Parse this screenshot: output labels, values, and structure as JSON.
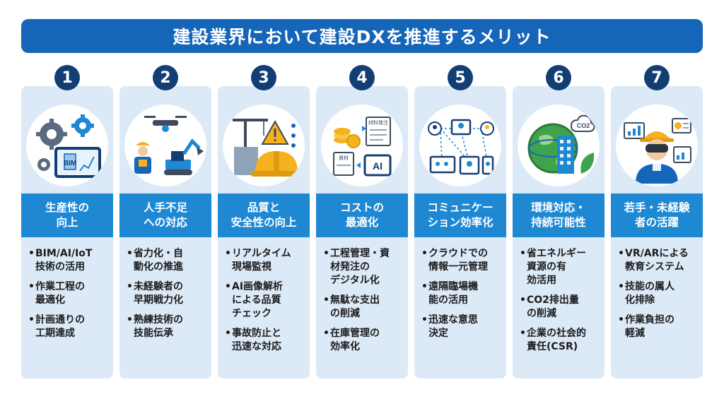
{
  "title": "建設業界において建設DXを推進するメリット",
  "columns": [
    {
      "num": "1",
      "heading": "生産性の\n向上",
      "illustration": "bim-tablet-gears",
      "illus_text": "BIM",
      "bullets": [
        "BIM/AI/IoT\n技術の活用",
        "作業工程の\n最適化",
        "計画通りの\n工期達成"
      ]
    },
    {
      "num": "2",
      "heading": "人手不足\nへの対応",
      "illustration": "drone-worker-excavator",
      "bullets": [
        "省力化・自\n動化の推進",
        "未経験者の\n早期戦力化",
        "熟練技術の\n技能伝承"
      ]
    },
    {
      "num": "3",
      "heading": "品質と\n安全性の向上",
      "illustration": "crane-warning-helmet",
      "bullets": [
        "リアルタイム\n現場監視",
        "AI画像解析\nによる品質\nチェック",
        "事故防止と\n迅速な対応"
      ]
    },
    {
      "num": "4",
      "heading": "コストの\n最適化",
      "illustration": "coins-documents-ai",
      "illus_doc_label_1": "材料発注",
      "illus_doc_label_2": "資材",
      "illus_ai": "AI",
      "bullets": [
        "工程管理・資\n材発注の\nデジタル化",
        "無駄な支出\nの削減",
        "在庫管理の\n効率化"
      ]
    },
    {
      "num": "5",
      "heading": "コミュニケー\nション効率化",
      "illustration": "network-devices",
      "bullets": [
        "クラウドでの\n情報一元管理",
        "遠隔臨場機\n能の活用",
        "迅速な意思\n決定"
      ]
    },
    {
      "num": "6",
      "heading": "環境対応・\n持続可能性",
      "illustration": "globe-building-co2",
      "illus_co2": "CO2",
      "bullets": [
        "省エネルギー\n資源の有\n効活用",
        "CO2排出量\nの削減",
        "企業の社会的\n責任(CSR)"
      ]
    },
    {
      "num": "7",
      "heading": "若手・未経験\n者の活躍",
      "illustration": "vr-worker-dashboards",
      "bullets": [
        "VR/ARによる\n教育システム",
        "技能の属人\n化排除",
        "作業負担の\n軽減"
      ]
    }
  ],
  "colors": {
    "title_bg": "#1565b8",
    "number_bg": "#133e73",
    "band_bg": "#1e88d3",
    "card_bg": "#dce9f7",
    "helmet": "#f5b11e"
  }
}
